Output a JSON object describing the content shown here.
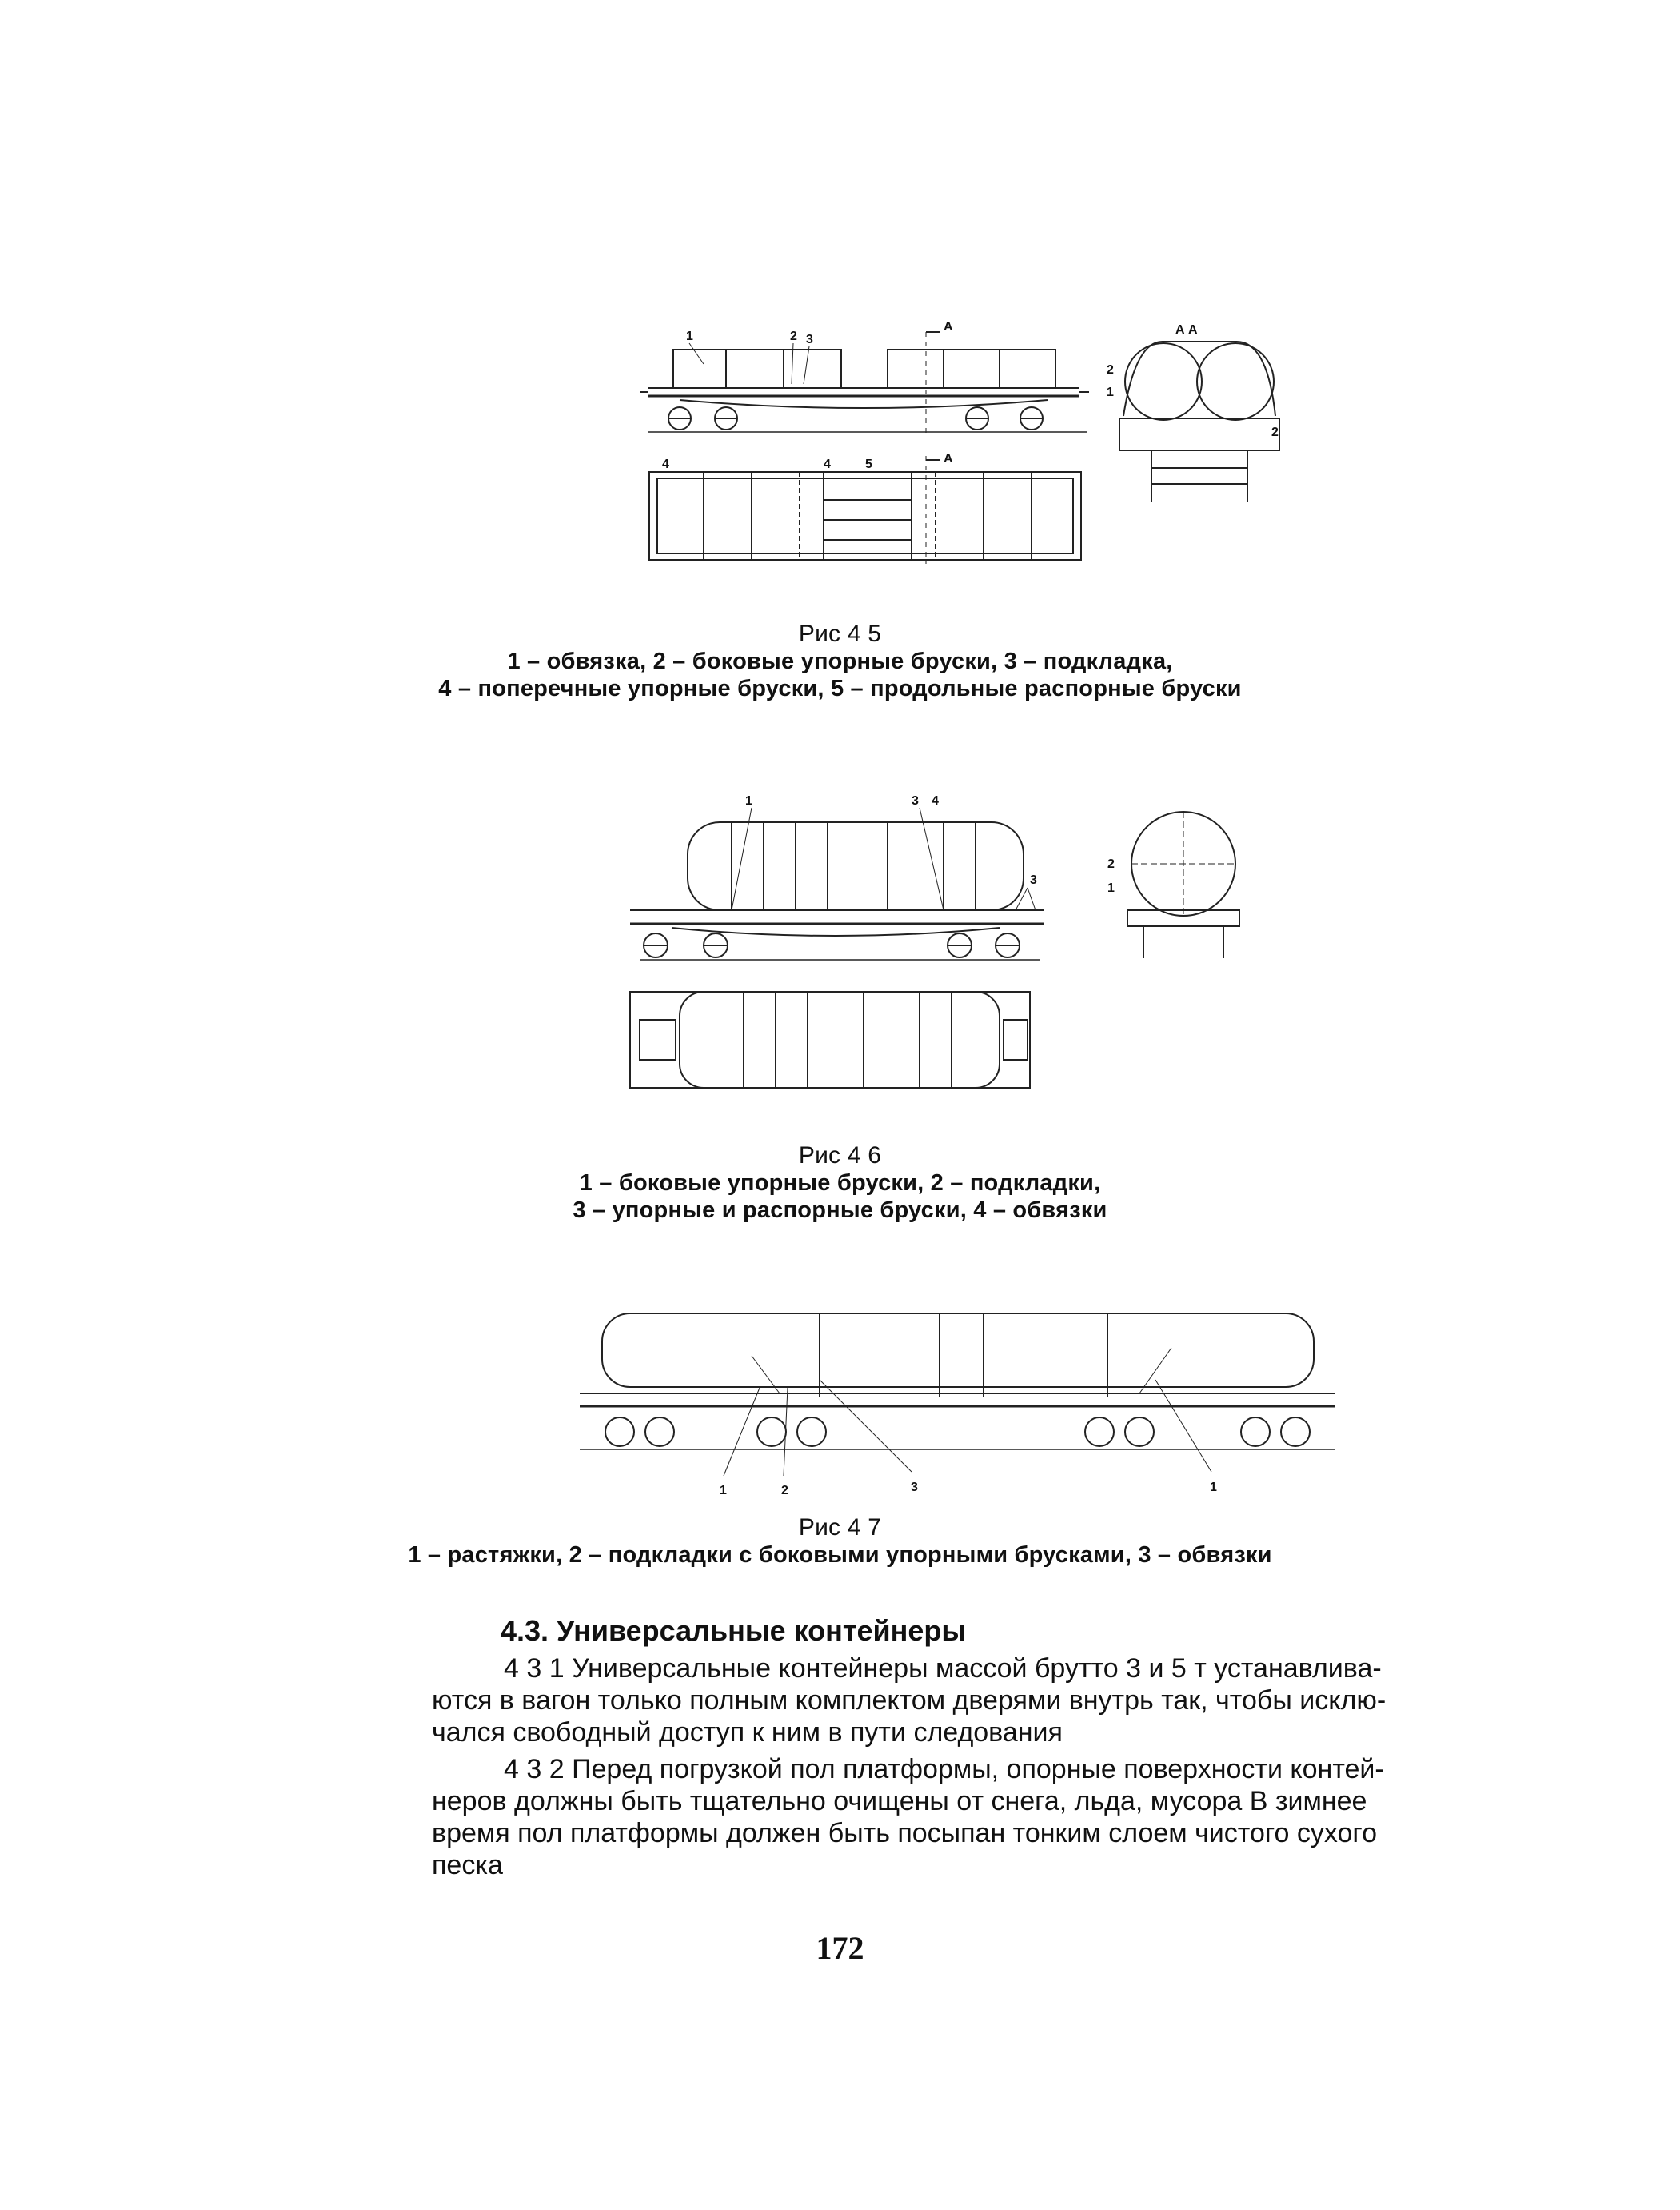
{
  "figures": [
    {
      "title": "Рис 4 5",
      "lines": [
        "1 – обвязка, 2 – боковые упорные бруски, 3 – подкладка,",
        "4 – поперечные упорные бруски, 5 – продольные распорные бруски"
      ],
      "section_label": "А",
      "section_labels_end": "А А",
      "callouts_top": [
        "1",
        "2",
        "3"
      ],
      "callouts_bottom": [
        "4",
        "4",
        "5"
      ],
      "callouts_end": [
        "2",
        "1",
        "2"
      ]
    },
    {
      "title": "Рис 4 6",
      "lines": [
        "1 – боковые упорные бруски, 2 – подкладки,",
        "3 – упорные и распорные бруски, 4 – обвязки"
      ],
      "callouts": [
        "1",
        "3",
        "4",
        "3"
      ],
      "callouts_end": [
        "2",
        "1"
      ]
    },
    {
      "title": "Рис 4 7",
      "lines": [
        "1 – растяжки, 2 – подкладки с боковыми упорными брусками, 3 – обвязки"
      ],
      "callouts": [
        "1",
        "2",
        "3",
        "1"
      ]
    }
  ],
  "section": {
    "heading": "4.3. Универсальные контейнеры",
    "para1": [
      "4 3 1  Универсальные контейнеры массой брутто 3 и 5 т устанавлива-",
      "ются в вагон только полным комплектом дверями внутрь так, чтобы исклю-",
      "чался свободный доступ к ним в пути следования"
    ],
    "para2": [
      "4 3 2  Перед погрузкой пол платформы, опорные поверхности контей-",
      "неров должны быть тщательно очищены от снега, льда, мусора  В зимнее",
      "время пол платформы должен быть посыпан тонким слоем чистого сухого",
      "песка"
    ]
  },
  "page_number": "172"
}
